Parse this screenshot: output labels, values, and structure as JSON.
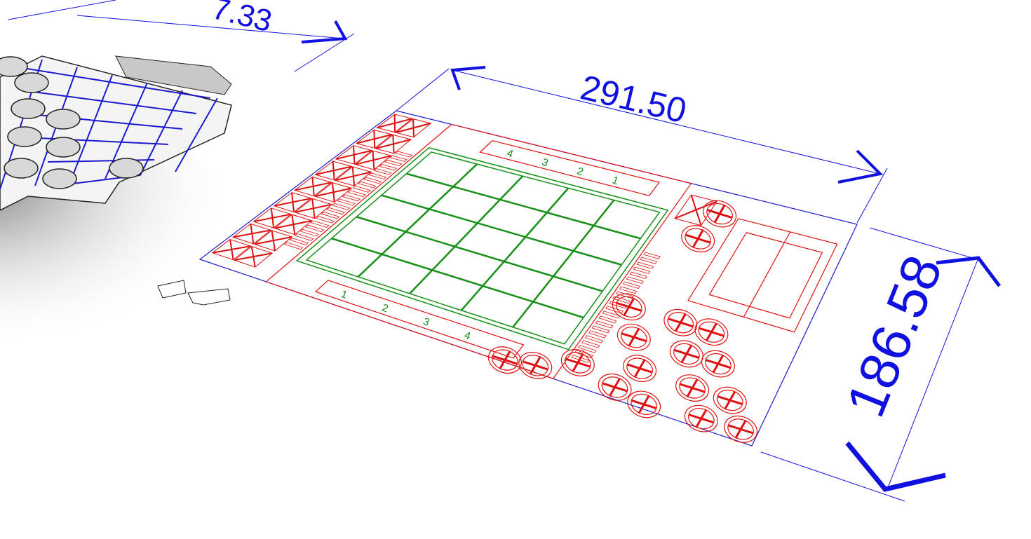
{
  "dimensions": {
    "width_label": "291.50",
    "height_label": "186.58",
    "partial_label": "7.33"
  },
  "grid_numbers_top": [
    "4",
    "3",
    "2",
    "1"
  ],
  "grid_numbers_bottom": [
    "1",
    "2",
    "3",
    "4"
  ],
  "grid": {
    "rows": 5,
    "cols": 5
  },
  "colors": {
    "dimension": "#1010e0",
    "cut_line": "#e01010",
    "engrave_line": "#169016",
    "sheet_outline": "#1a1ad0",
    "model": "#9a9a9a"
  }
}
